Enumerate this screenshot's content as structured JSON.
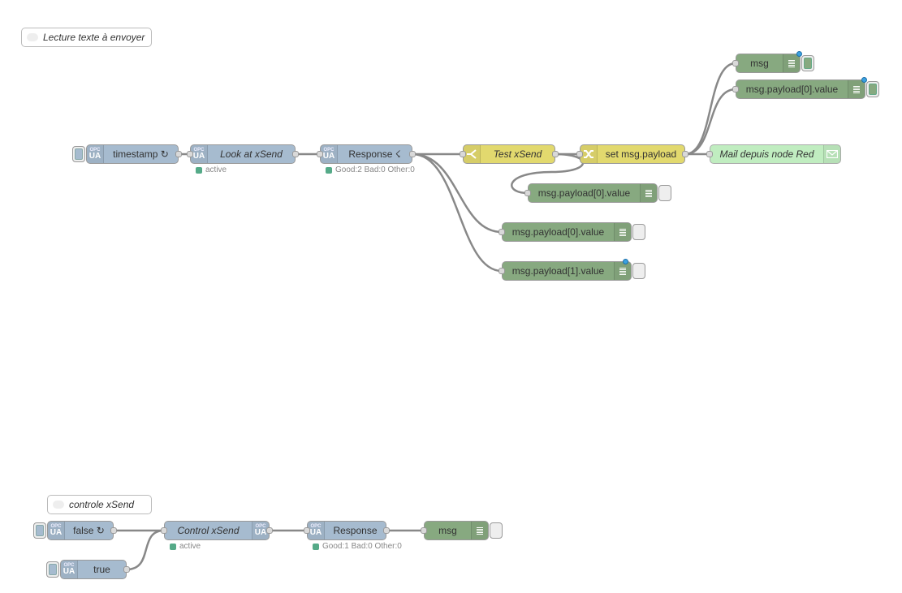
{
  "comments": {
    "lecture": "Lecture texte à envoyer",
    "controle": "controle xSend"
  },
  "icons": {
    "opc_top": "OPC",
    "opc_bottom": "UA"
  },
  "flow1": {
    "timestamp": "timestamp ↻",
    "look": "Look at xSend",
    "look_status": "active",
    "response": "Response ☇",
    "response_status": "Good:2 Bad:0 Other:0",
    "test": "Test xSend",
    "set": "set msg.payload",
    "mail": "Mail depuis node Red",
    "debug_msg": "msg",
    "debug_p0_top": "msg.payload[0].value",
    "debug_p0_mid": "msg.payload[0].value",
    "debug_p0_low": "msg.payload[0].value",
    "debug_p1": "msg.payload[1].value"
  },
  "flow2": {
    "false": "false ↻",
    "true": "true",
    "control": "Control xSend",
    "control_status": "active",
    "response": "Response",
    "response_status": "Good:1 Bad:0 Other:0",
    "debug_msg": "msg"
  },
  "colors": {
    "opcua": "#a6bbcf",
    "function": "#e2d96e",
    "debug": "#87a980",
    "email": "#c0edc0",
    "wire": "#888888",
    "status_ok": "#55aa88",
    "changed": "#3ba1e0"
  }
}
